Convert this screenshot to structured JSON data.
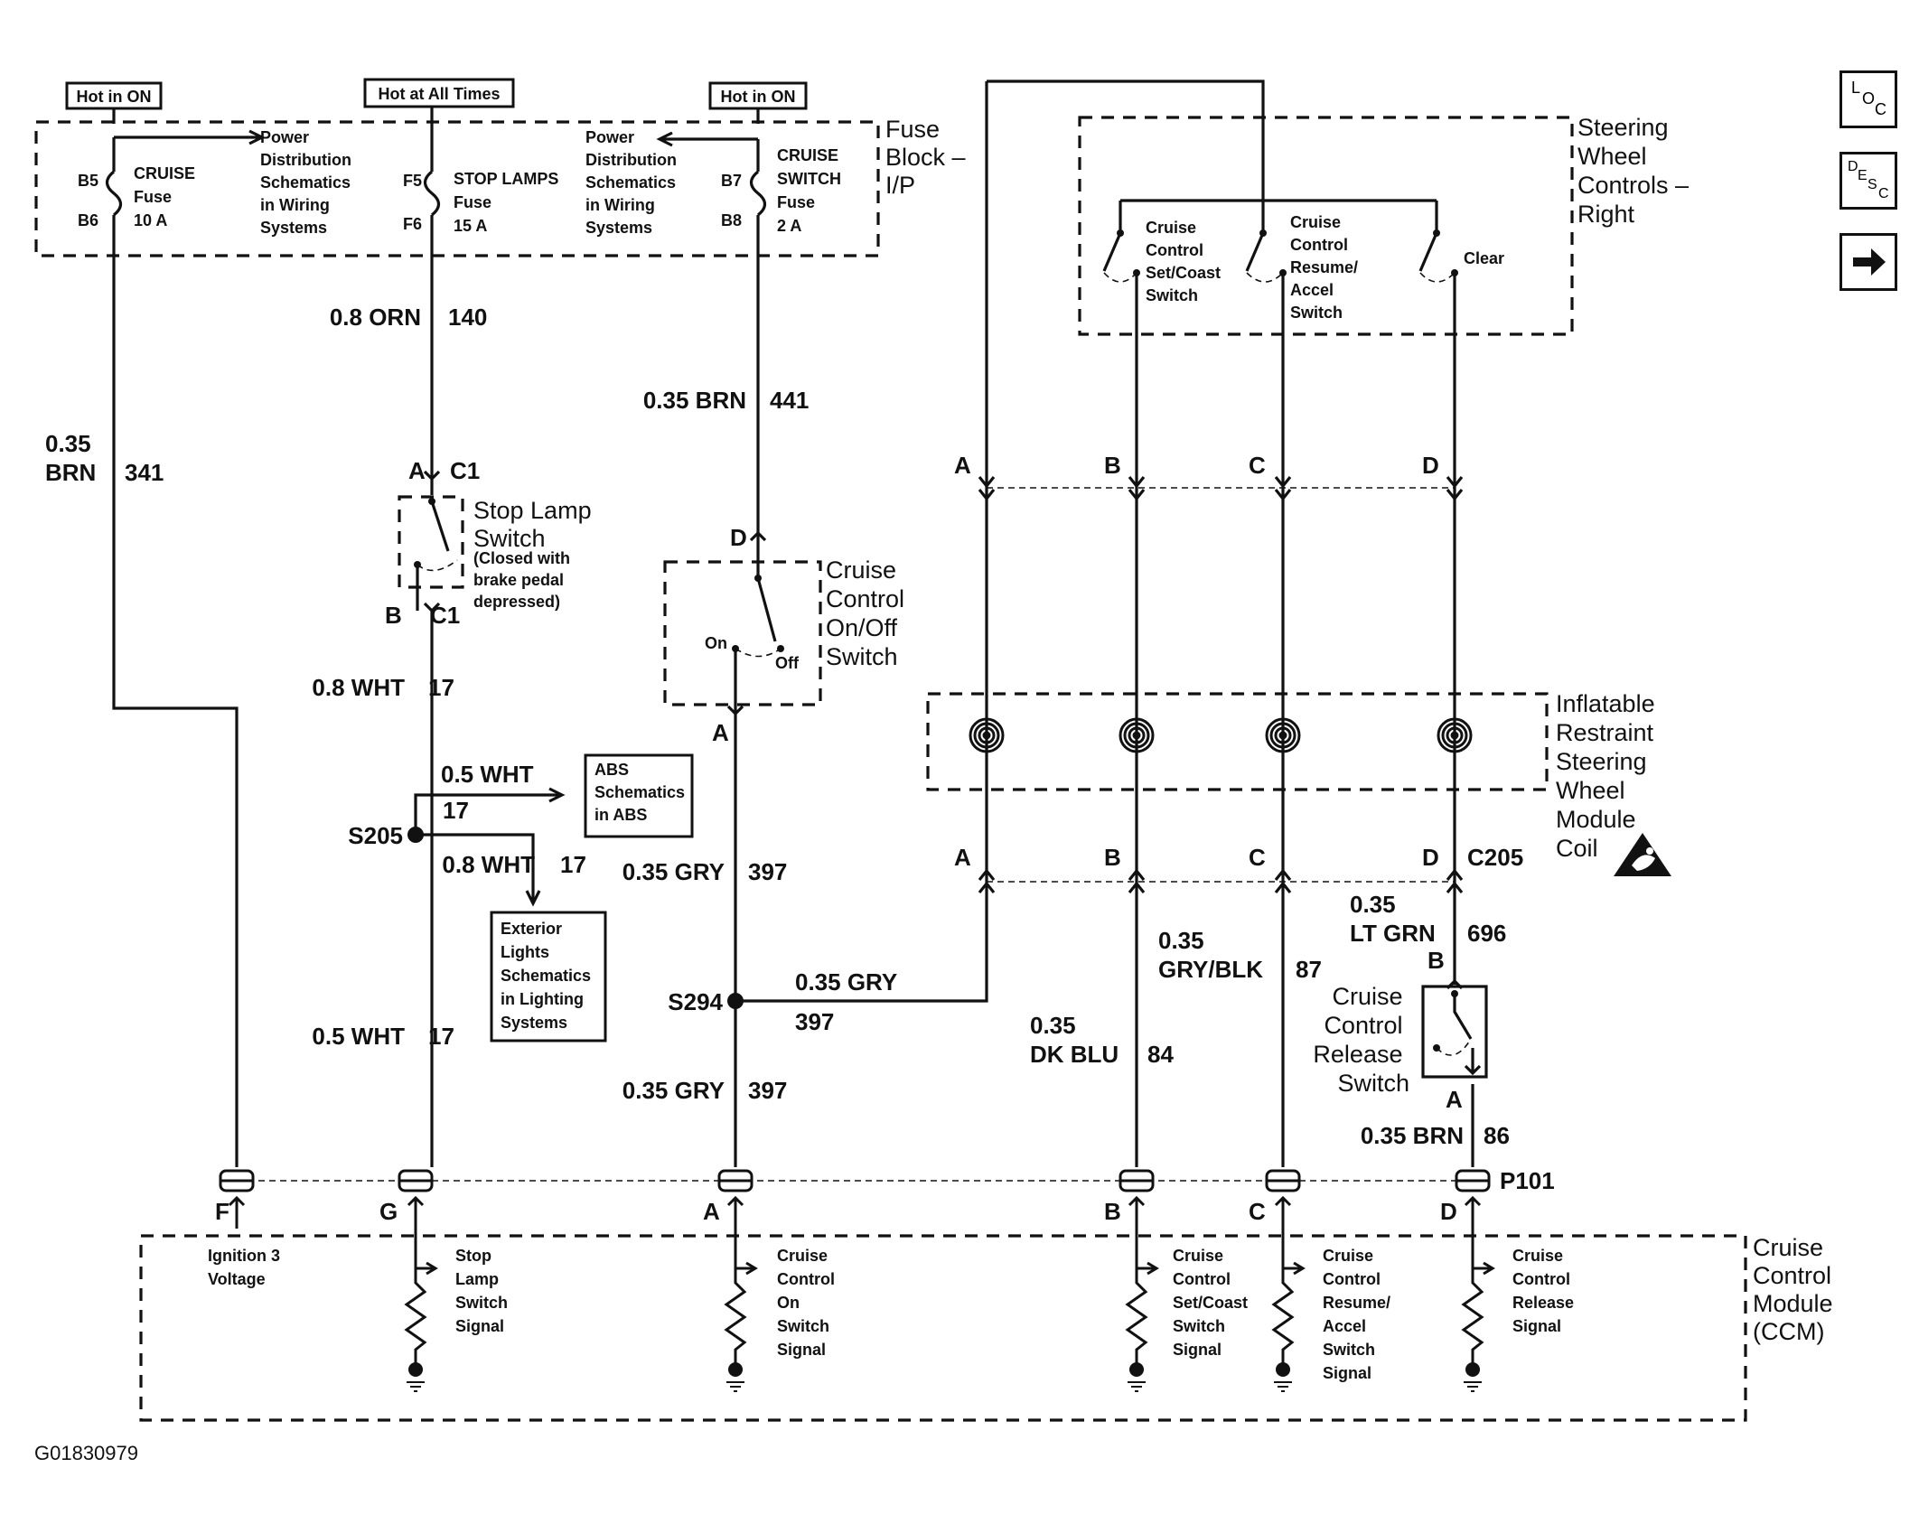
{
  "fuse_block": {
    "title_lines": [
      "Fuse",
      "Block –",
      "I/P"
    ],
    "hot_labels": [
      "Hot in ON",
      "Hot at All Times",
      "Hot in ON"
    ],
    "fuses": [
      {
        "pins": [
          "B5",
          "B6"
        ],
        "name_lines": [
          "CRUISE",
          "Fuse",
          "10 A"
        ]
      },
      {
        "pins": [
          "F5",
          "F6"
        ],
        "name_lines": [
          "STOP LAMPS",
          "Fuse",
          "15 A"
        ]
      },
      {
        "pins": [
          "B7",
          "B8"
        ],
        "name_lines": [
          "CRUISE",
          "SWITCH",
          "Fuse",
          "2 A"
        ]
      }
    ],
    "pds_lines": [
      "Power",
      "Distribution",
      "Schematics",
      "in Wiring",
      "Systems"
    ]
  },
  "steering_controls": {
    "title_lines": [
      "Steering",
      "Wheel",
      "Controls –",
      "Right"
    ],
    "switches": [
      {
        "lines": [
          "Cruise",
          "Control",
          "Set/Coast",
          "Switch"
        ]
      },
      {
        "lines": [
          "Cruise",
          "Control",
          "Resume/",
          "Accel",
          "Switch"
        ]
      },
      {
        "lines": [
          "Clear"
        ]
      }
    ]
  },
  "coil": {
    "title_lines": [
      "Inflatable",
      "Restraint",
      "Steering",
      "Wheel",
      "Module",
      "Coil"
    ]
  },
  "stop_lamp_switch": {
    "title_lines": [
      "Stop Lamp",
      "Switch"
    ],
    "note_lines": [
      "(Closed with",
      "brake pedal",
      "depressed)"
    ],
    "pin_top": "A",
    "conn_top": "C1",
    "pin_bottom": "B",
    "conn_bottom": "C1"
  },
  "onoff_switch": {
    "title_lines": [
      "Cruise",
      "Control",
      "On/Off",
      "Switch"
    ],
    "on": "On",
    "off": "Off",
    "pin_top": "D",
    "pin_bottom": "A"
  },
  "release_switch": {
    "title_lines": [
      "Cruise",
      "Control",
      "Release",
      "Switch"
    ],
    "pin_top": "B",
    "pin_bottom": "A"
  },
  "abs_box": {
    "lines": [
      "ABS",
      "Schematics",
      "in ABS"
    ]
  },
  "ext_box": {
    "lines": [
      "Exterior",
      "Lights",
      "Schematics",
      "in Lighting",
      "Systems"
    ]
  },
  "wires": {
    "w341": {
      "gauge_lines": [
        "0.35",
        "BRN"
      ],
      "circuit": "341"
    },
    "w140": {
      "gauge": "0.8 ORN",
      "circuit": "140"
    },
    "w441": {
      "gauge": "0.35 BRN",
      "circuit": "441"
    },
    "w17a": {
      "gauge": "0.8 WHT",
      "circuit": "17"
    },
    "w17abs": {
      "gauge": "0.5 WHT",
      "circuit": "17"
    },
    "w17ext": {
      "gauge": "0.8 WHT",
      "circuit": "17"
    },
    "w17b": {
      "gauge": "0.5 WHT",
      "circuit": "17"
    },
    "w397a": {
      "gauge": "0.35 GRY",
      "circuit": "397"
    },
    "w397h": {
      "gauge": "0.35 GRY",
      "circuit": "397"
    },
    "w397b": {
      "gauge": "0.35 GRY",
      "circuit": "397"
    },
    "w87": {
      "gauge_lines": [
        "0.35",
        "GRY/BLK"
      ],
      "circuit": "87"
    },
    "w84": {
      "gauge_lines": [
        "0.35",
        "DK BLU"
      ],
      "circuit": "84"
    },
    "w696": {
      "gauge_lines": [
        "0.35",
        "LT GRN"
      ],
      "circuit": "696"
    },
    "w86": {
      "gauge": "0.35 BRN",
      "circuit": "86"
    }
  },
  "splices": {
    "s205": "S205",
    "s294": "S294"
  },
  "connectors": {
    "upper_pins": [
      "A",
      "B",
      "C",
      "D"
    ],
    "lower_pins": [
      "A",
      "B",
      "C",
      "D"
    ],
    "c205": "C205",
    "p101": "P101",
    "p101_pins": [
      "F",
      "G",
      "A",
      "B",
      "C",
      "D"
    ]
  },
  "ccm": {
    "title_lines": [
      "Cruise",
      "Control",
      "Module",
      "(CCM)"
    ],
    "inputs": [
      {
        "lines": [
          "Ignition 3",
          "Voltage"
        ]
      },
      {
        "lines": [
          "Stop",
          "Lamp",
          "Switch",
          "Signal"
        ]
      },
      {
        "lines": [
          "Cruise",
          "Control",
          "On",
          "Switch",
          "Signal"
        ]
      },
      {
        "lines": [
          "Cruise",
          "Control",
          "Set/Coast",
          "Switch",
          "Signal"
        ]
      },
      {
        "lines": [
          "Cruise",
          "Control",
          "Resume/",
          "Accel",
          "Switch",
          "Signal"
        ]
      },
      {
        "lines": [
          "Cruise",
          "Control",
          "Release",
          "Signal"
        ]
      }
    ]
  },
  "figure_id": "G01830979",
  "nav_buttons": [
    {
      "name": "location-button",
      "icon": "loc-icon",
      "letters": [
        "L",
        "O",
        "C"
      ]
    },
    {
      "name": "description-button",
      "icon": "desc-icon",
      "letters": [
        "D",
        "E",
        "S",
        "C"
      ]
    },
    {
      "name": "next-button",
      "icon": "arrow-right-icon"
    }
  ]
}
